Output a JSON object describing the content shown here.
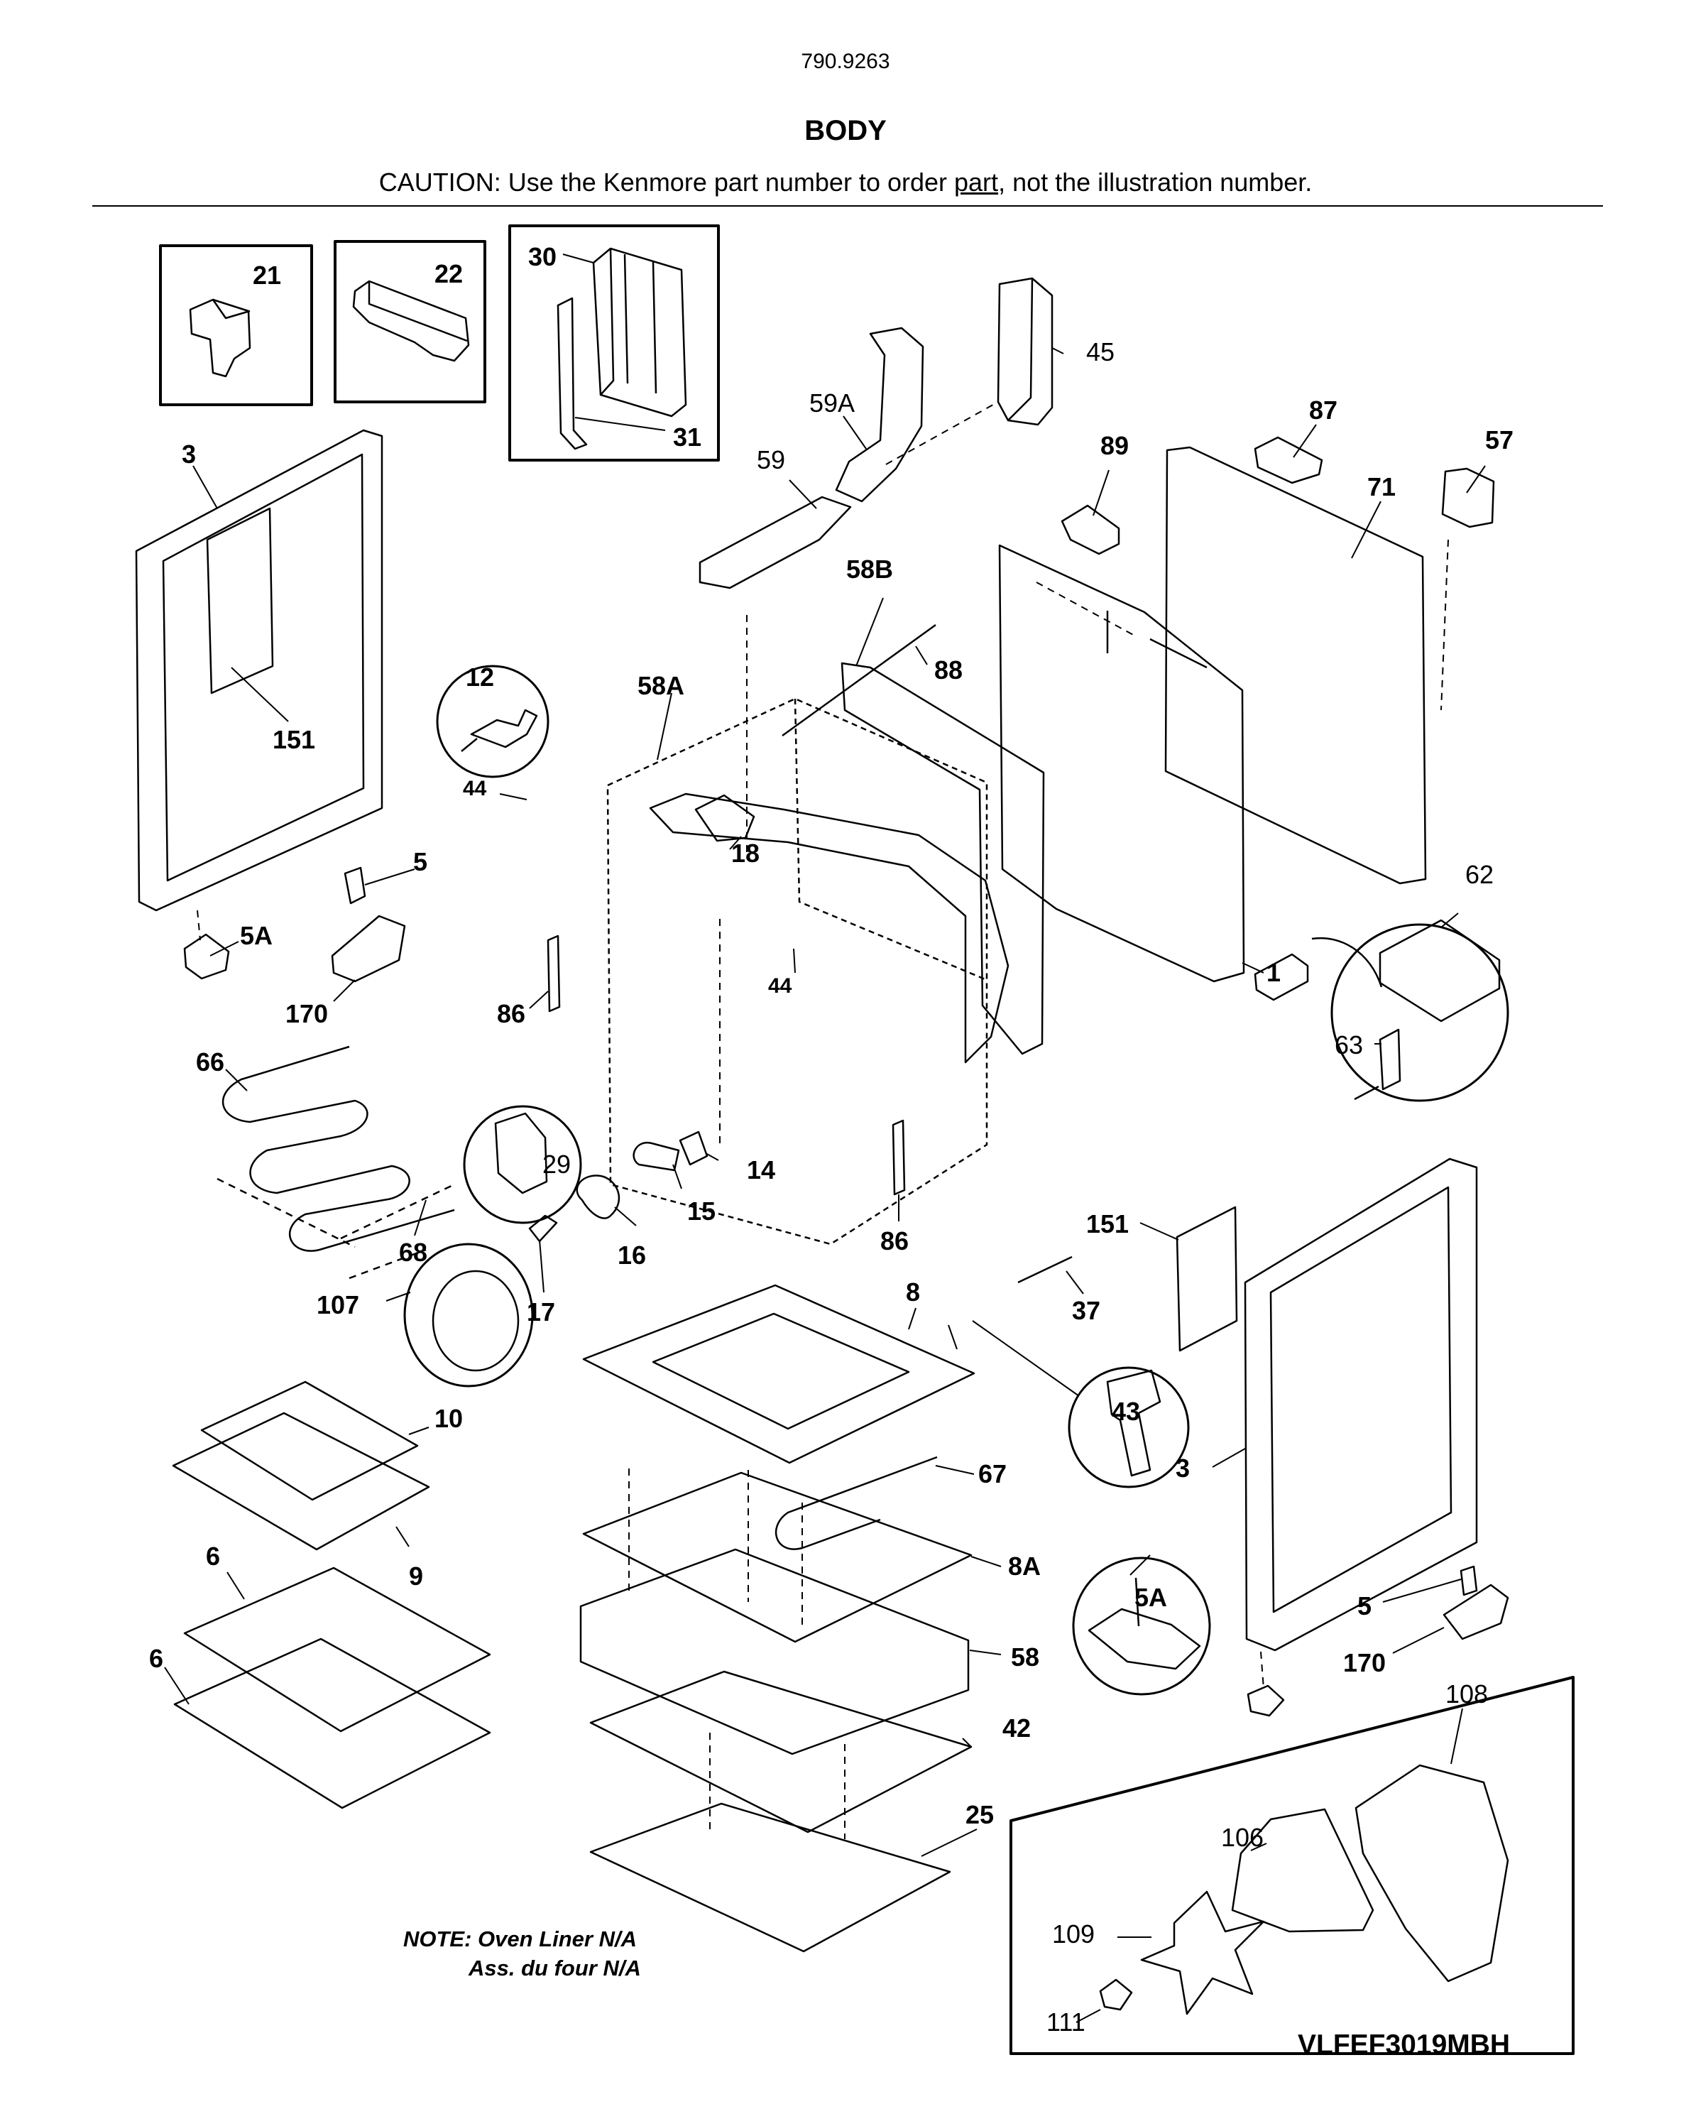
{
  "header": {
    "model_number": "790.9263",
    "title": "BODY",
    "caution_prefix": "CAUTION: Use the Kenmore part number to order ",
    "caution_link": "part",
    "caution_suffix": ", not the illustration number."
  },
  "labels": {
    "p21": "21",
    "p22": "22",
    "p30": "30",
    "p31": "31",
    "p45": "45",
    "p59A": "59A",
    "p59": "59",
    "p87": "87",
    "p57": "57",
    "p89": "89",
    "p71": "71",
    "p3_left": "3",
    "p151_left": "151",
    "p58B": "58B",
    "p88": "88",
    "p12": "12",
    "p58A": "58A",
    "p44_a": "44",
    "p18": "18",
    "p5_left": "5",
    "p5A_left": "5A",
    "p170_left": "170",
    "p62": "62",
    "p86_a": "86",
    "p44_b": "44",
    "p1": "1",
    "p63": "63",
    "p66": "66",
    "p29": "29",
    "p14": "14",
    "p15": "15",
    "p68": "68",
    "p16": "16",
    "p86_b": "86",
    "p151_right": "151",
    "p17": "17",
    "p107": "107",
    "p37": "37",
    "p8": "8",
    "p43": "43",
    "p10": "10",
    "p67": "67",
    "p3_right": "3",
    "p9": "9",
    "p6_a": "6",
    "p8A": "8A",
    "p5A_right": "5A",
    "p6_b": "6",
    "p5_right": "5",
    "p58": "58",
    "p170_right": "170",
    "p42": "42",
    "p108": "108",
    "p25": "25",
    "p106": "106",
    "p109": "109",
    "p111": "111"
  },
  "notes": {
    "line1": "NOTE: Oven Liner N/A",
    "line2": "Ass. du four N/A"
  },
  "drawing_code": "VLFEF3019MBH"
}
